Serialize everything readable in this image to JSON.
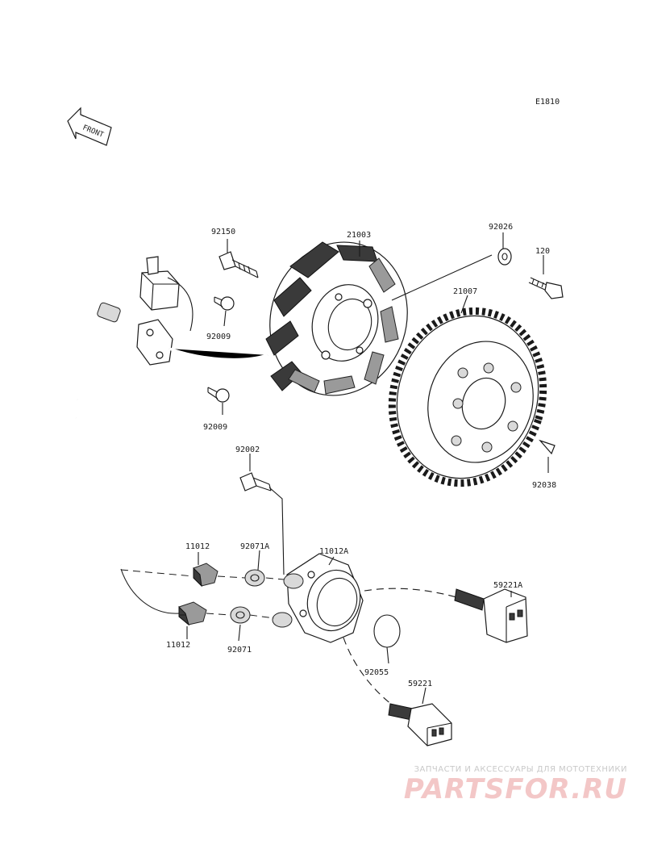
{
  "diagram": {
    "code": "E1810",
    "front_label": "FRONT",
    "callouts": [
      {
        "id": "92150"
      },
      {
        "id": "21003"
      },
      {
        "id": "92026"
      },
      {
        "id": "120"
      },
      {
        "id": "21007"
      },
      {
        "id": "92009"
      },
      {
        "id": "92009"
      },
      {
        "id": "92002"
      },
      {
        "id": "92038"
      },
      {
        "id": "11012"
      },
      {
        "id": "92071A"
      },
      {
        "id": "11012A"
      },
      {
        "id": "59221A"
      },
      {
        "id": "11012"
      },
      {
        "id": "92071"
      },
      {
        "id": "92055"
      },
      {
        "id": "59221"
      }
    ]
  },
  "watermark": {
    "tagline": "ЗАПЧАСТИ И АКСЕССУАРЫ ДЛЯ МОТОТЕХНИКИ",
    "logo_text": "PARTSFOR.RU"
  }
}
